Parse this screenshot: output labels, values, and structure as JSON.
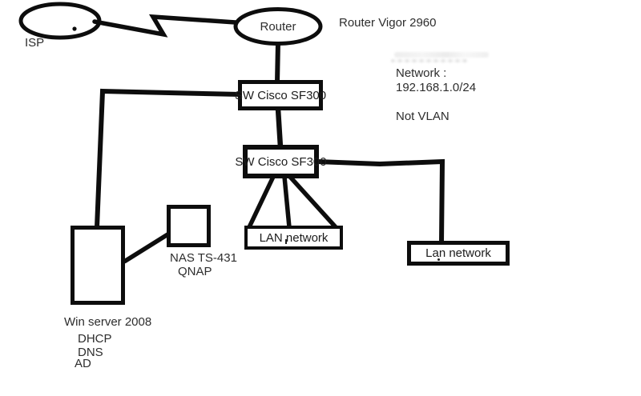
{
  "diagram": {
    "title_hint": "Hand-drawn network topology diagram",
    "colors": {
      "ink": "#0d0d0d",
      "text": "#2d2d2d",
      "background": "#ffffff"
    },
    "nodes": {
      "isp": {
        "label": "ISP",
        "shape": "ellipse"
      },
      "router": {
        "label": "Router",
        "shape": "ellipse"
      },
      "switch1": {
        "label": "SW Cisco SF300",
        "shape": "rect"
      },
      "switch2": {
        "label": "SW Cisco SF300",
        "shape": "rect"
      },
      "lan_center": {
        "label": "LAN network",
        "shape": "rect"
      },
      "lan_right": {
        "label": "Lan network",
        "shape": "rect"
      },
      "win_server": {
        "label": "Win server 2008",
        "services": [
          "DHCP",
          "DNS",
          "AD"
        ],
        "shape": "rect"
      },
      "nas": {
        "label": "NAS TS-431",
        "sublabel": "QNAP",
        "shape": "rect"
      }
    },
    "annotations": {
      "router_model": "Router Vigor 2960",
      "network_title": "Network :",
      "network_cidr": "192.168.1.0/24",
      "vlan_note": "Not VLAN"
    },
    "connections": [
      "isp - router (zigzag)",
      "router - switch1",
      "switch1 - switch2",
      "switch1 - win_server",
      "switch2 - lan_center (3 lines)",
      "switch2 - lan_right",
      "win_server - nas"
    ]
  }
}
